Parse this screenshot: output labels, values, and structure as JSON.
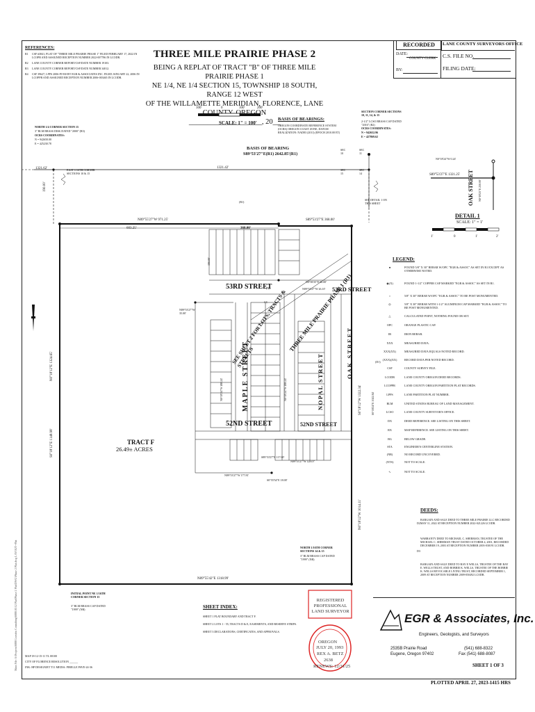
{
  "header": {
    "title": "THREE MILE PRAIRIE PHASE 2",
    "line1": "BEING A REPLAT OF TRACT \"B\" OF THREE MILE PRAIRIE PHASE 1",
    "line2": "NE 1/4, NE 1/4 SECTION 15, TOWNSHIP 18 SOUTH, RANGE 12 WEST",
    "line3": "OF THE WILLAMETTE MERIDIAN, FLORENCE, LANE COUNTY, OREGON",
    "line4": "____________________, 20__"
  },
  "references": {
    "heading": "REFERENCES:",
    "items": [
      {
        "n": "R1",
        "text": "CSF #3841, PLAT OF \"THREE MILE PRAIRIE PHASE 1\" FILED FEBRUARY 17, 2022 IN LCOPR AND ASSIGNED RECEPTION NUMBER 2022-007786 IN LCODR."
      },
      {
        "n": "R2",
        "text": "LANE COUNTY CORNER REPORT/CSF/DATE NUMBER 19103."
      },
      {
        "n": "R3",
        "text": "LANE COUNTY CORNER REPORT/CSF/DATE NUMBER 34012."
      },
      {
        "n": "R4",
        "text": "CSF 39627, LPPS 2006-P1930 BY EGR & ASSOCIATES INC. FILED JANUARY 22, 2006 IN LCOPPR AND ASSIGNED RECEPTION NUMBER 2006-003465 IN LCODR."
      }
    ]
  },
  "recorded": {
    "label": "RECORDED",
    "date_label": "DATE:",
    "county_clerk": "COUNTY CLERK",
    "by_label": "BY:",
    "office": "LANE COUNTY SURVEYORS OFFICE",
    "cs_file": "C.S. FILE NO.",
    "filing_date": "FILING DATE:"
  },
  "scale": {
    "t0": "100'",
    "t1": "0",
    "t2": "100'",
    "t3": "200'",
    "label": "SCALE: 1\" = 100'"
  },
  "basis": {
    "heading": "BASIS OF BEARINGS:",
    "text": "OREGON COORDINATE REFERENCE SYSTEM (OCRS) OREGON COAST ZONE, DATUM REALIZATION: NAD83 (2011) (EPOCH 2010.00 ET)",
    "bearing_label": "BASIS OF BEARING",
    "bearing_value": "S89°53'27\"E(R1) 2642.85'(R1)"
  },
  "corners": {
    "north14": "NORTH 1/4 CORNER SECTION 15",
    "north14_desc": "3\" BLM BRASS DISK DATED \"2000\" (R3)",
    "north14_ocrs": "OCRS COORDINATES:",
    "north14_n": "N = 942650.00",
    "north14_e": "E = 425230.78",
    "east116": "EAST 1/16TH CORNER SECTIONS 10 & 15",
    "section": "SECTION CORNER SECTIONS 10, 11, 14, & 15",
    "section_desc": "2-1/2\" LCSO BRASS CAP DATED \"2016\" (R2)",
    "section_ocrs": "OCRS COORDINATES:",
    "section_n": "N = 942652.96",
    "section_e": "E = 427869.62",
    "sec10": "SEC 10",
    "sec11": "SEC 11",
    "sec15": "SEC 15",
    "sec14": "SEC 14",
    "north116": "NORTH 1/16TH CORNER SECTIONS 14 & 15",
    "north116_desc": "3\" BLM BRASS CAP DATED \"1999\" (NR)",
    "initial": "INITIAL POINT NE 1/16TH CORNER SECTION 15",
    "initial_desc": "3\" BLM BRASS CAP DATED \"1999\" (NR)"
  },
  "bearings": {
    "top_dist1": "1321.62'",
    "top_dist2": "1321.42'",
    "top_right": "S89°53'27\"E 1321.25'",
    "left_dist": "190.00'",
    "b1": "N89°55'27\"W 971.25'",
    "b2": "S89°53'27\"E 368.00'",
    "d1": "603.25'",
    "d2": "368.00'",
    "west1": "N0°18'12\"E 1324.65'",
    "west2": "S0°18'12\"E 1148.98'",
    "east1": "S0°18'12\"W 1322.34'",
    "east2": "N0°18'12\"W 1014.11'",
    "b3": "N0°06'35\"E 60.00'",
    "b4": "N89°53'27\"W 26.10'",
    "b5": "S89°53'27\"E 117.00'",
    "b6": "N89°55'27\"W 128.07'",
    "b7": "N89°53'27\"W 177.81'",
    "b8": "S0°55'34\"E 18.00'",
    "bottom": "N89°55'42\"E 1318.99'",
    "b9": "N89°53'27\"W 35.00'",
    "meas1": "190.00'",
    "maple": "N0°18'24\"W 488.24'",
    "nopal": "N0°18'24\"W 488.24'",
    "oak": "S0°18'24\"E 1022.84'"
  },
  "streets": {
    "s53a": "53RD STREET",
    "s53b": "53RD STREET",
    "s52a": "52ND  STREET",
    "s52b": "52ND  STREET",
    "maple": "MAPLE STREET",
    "nopal": "NOPAL STREET",
    "oak": "OAK  STREET",
    "prairie": "THREE MILE PRAIRIE PHASE 1 (R1)",
    "see_sheet": "SEE SHEET 2 FOR LOTS, TRACTS & STREETS",
    "oak_detail": "OAK STREET"
  },
  "tract": {
    "name": "TRACT F",
    "area": "26.49± ACRES"
  },
  "detail": {
    "see": "SEE DETAIL 1 ON THIS SHEET",
    "title": "DETAIL 1",
    "scale": "SCALE: 1\" = 1'",
    "t0": "1'",
    "t1": "0",
    "t2": "1'",
    "t3": "2'",
    "b1": "N0°18'24\"W 0.24'",
    "b2": "S89°53'27\"E 1321.25'",
    "b3": "N0°18'25\"E 250.00'"
  },
  "legend": {
    "heading": "LEGEND:",
    "items": [
      {
        "sym": "●",
        "text": "FOUND 5/8\" X 30\" REBAR W/OPC \"EGR & ASSOC\" AS SET IN R1 EXCEPT AS OTHERWISE NOTED."
      },
      {
        "sym": "◉(X)",
        "text": "FOUND 1-1/2\" COPPER CAP MARKED \"EGR & ASSOC\" AS SET IN R1."
      },
      {
        "sym": "○",
        "text": "5/8\" X 30\" REBAR W/OPC \"EGR & ASSOC\" TO BE POST MONUMENTED."
      },
      {
        "sym": "◎",
        "text": "5/8\" X 30\" REBAR WITH 1-1/2\" ALUMINUM CAP MARKED \"EGR & ASSOC\" TO BE POST MONUMENTED."
      },
      {
        "sym": "△",
        "text": "CALCULATED POINT, NOTHING FOUND OR SET."
      },
      {
        "sym": "OPC",
        "text": "ORANGE PLASTIC CAP."
      },
      {
        "sym": "IR",
        "text": "IRON REBAR."
      },
      {
        "sym": "XXX",
        "text": "MEASURED DATA."
      },
      {
        "sym": "XXX(XX)",
        "text": "MEASURED DATA EQUALS NOTED RECORD."
      },
      {
        "sym": "(XXX)(XX)",
        "text": "RECORD DATA PER NOTED RECORD."
      },
      {
        "sym": "CSF",
        "text": "COUNTY SURVEY FILE."
      },
      {
        "sym": "LCODR",
        "text": "LANE COUNTY OREGON DEED RECORDS."
      },
      {
        "sym": "LCOPPR",
        "text": "LANE COUNTY OREGON PARTITION PLAT RECORDS."
      },
      {
        "sym": "LPPS",
        "text": "LANE PARTITION PLAT NUMBER."
      },
      {
        "sym": "BLM",
        "text": "UNITED STATES BUREAU OF LAND MANAGEMENT."
      },
      {
        "sym": "LCSO",
        "text": "LANE COUNTY SURVEYOR'S OFFICE."
      },
      {
        "sym": "DX",
        "text": "DEED REFERENCE. SEE LISTING ON THIS SHEET."
      },
      {
        "sym": "RX",
        "text": "MAP REFERENCE. SEE LISTING ON THIS SHEET."
      },
      {
        "sym": "BG",
        "text": "BELOW GRADE."
      },
      {
        "sym": "STA",
        "text": "ENGINEER'S CENTERLINE STATION."
      },
      {
        "sym": "(NR)",
        "text": "NO RECORD UNCOVERED."
      },
      {
        "sym": "(NTS)",
        "text": "NOT TO SCALE."
      },
      {
        "sym": "∿",
        "text": "NOT TO SCALE."
      }
    ]
  },
  "deeds": {
    "heading": "DEEDS:",
    "items": [
      {
        "n": "D1",
        "text": "BARGAIN AND SALE DEED TO THREE MILE PRAIRIE LLC RECORDED MAY 11, 2022 AT RECEPTION NUMBER 2022-021226 LCODR."
      },
      {
        "n": "D2",
        "text": "WARRANTY DEED TO MICHAEL C. SHERMAN, TRUSTEE OF THE MICHAEL C. SHERMAN TRUST DATED OCTOBER 4, 2001, RECORDED DECEMBER 19, 2003 AT RECEPTION NUMBER 2003-030191 LCODR."
      },
      {
        "n": "D3",
        "text": "BARGAIN AND SALE DEED TO RAY E WELLS, TRUSTEE OF THE RAY E. WELLS TRUST, AND BOBBIE K. WELLS, TRUSTEE OF THE BOBBIE K. WELLS REVOCABLE LIVING TRUST, RECORDED SEPTEMBER 1, 2009 AT RECEPTION NUMBER 2009-050492 LCODR."
      }
    ]
  },
  "sheet_index": {
    "heading": "SHEET INDEX:",
    "items": [
      "SHEET 1  PLAT BOUNDARY AND TRACT F.",
      "SHEET 2  LOTS 1 - 55, TRACTS D & E, EASEMENTS, AND RESERVE STRIPS.",
      "SHEET 3  DECLARATIONS, CERTIFICATES, AND APPROVALS."
    ]
  },
  "stamp": {
    "reg": "REGISTERED PROFESSIONAL LAND SURVEYOR",
    "state": "OREGON",
    "date": "JULY 20, 1993",
    "name": "REX A. BETZ",
    "num": "2638",
    "renews": "RENEWS: 12/31/25"
  },
  "company": {
    "name": "EGR & Associates, Inc.",
    "sub": "Engineers, Geologists, and Surveyors",
    "addr1": "2535B Prairie Road",
    "addr2": "Eugene, Oregon 97402",
    "phone": "(541) 688-8322",
    "fax": "Fax (541) 688-8087",
    "sheet": "SHEET 1 OF 3"
  },
  "footer": {
    "map": "MAP 18-12-15-11 TL 00100",
    "city": "CITY OF FLORENCE RESOLUTION ______",
    "ink": "INK: HP DESIGNJET T11  MEDIA: PIRELLE PAVE-24-36",
    "plotted": "PLOTTED APRIL 27, 2023-1415 HRS",
    "path": "Main File: S:\\Projects\\6888 Leavitts Consulting\\6888.01\\12 Plat\\Phase 2 Plat\\DWG\\Phase 2 Plat.dwg  LAYOUT=Plat"
  },
  "misc": {
    "pt_x": "(X)",
    "cc": "CC",
    "r1a": "(R1)",
    "r1b": "(R1)",
    "d1": "(D1)",
    "d2": "D2",
    "d3": "D3",
    "edge1": "PHASE 1",
    "edge2": "PHASE 2",
    "pt_nr": "(NR)"
  }
}
